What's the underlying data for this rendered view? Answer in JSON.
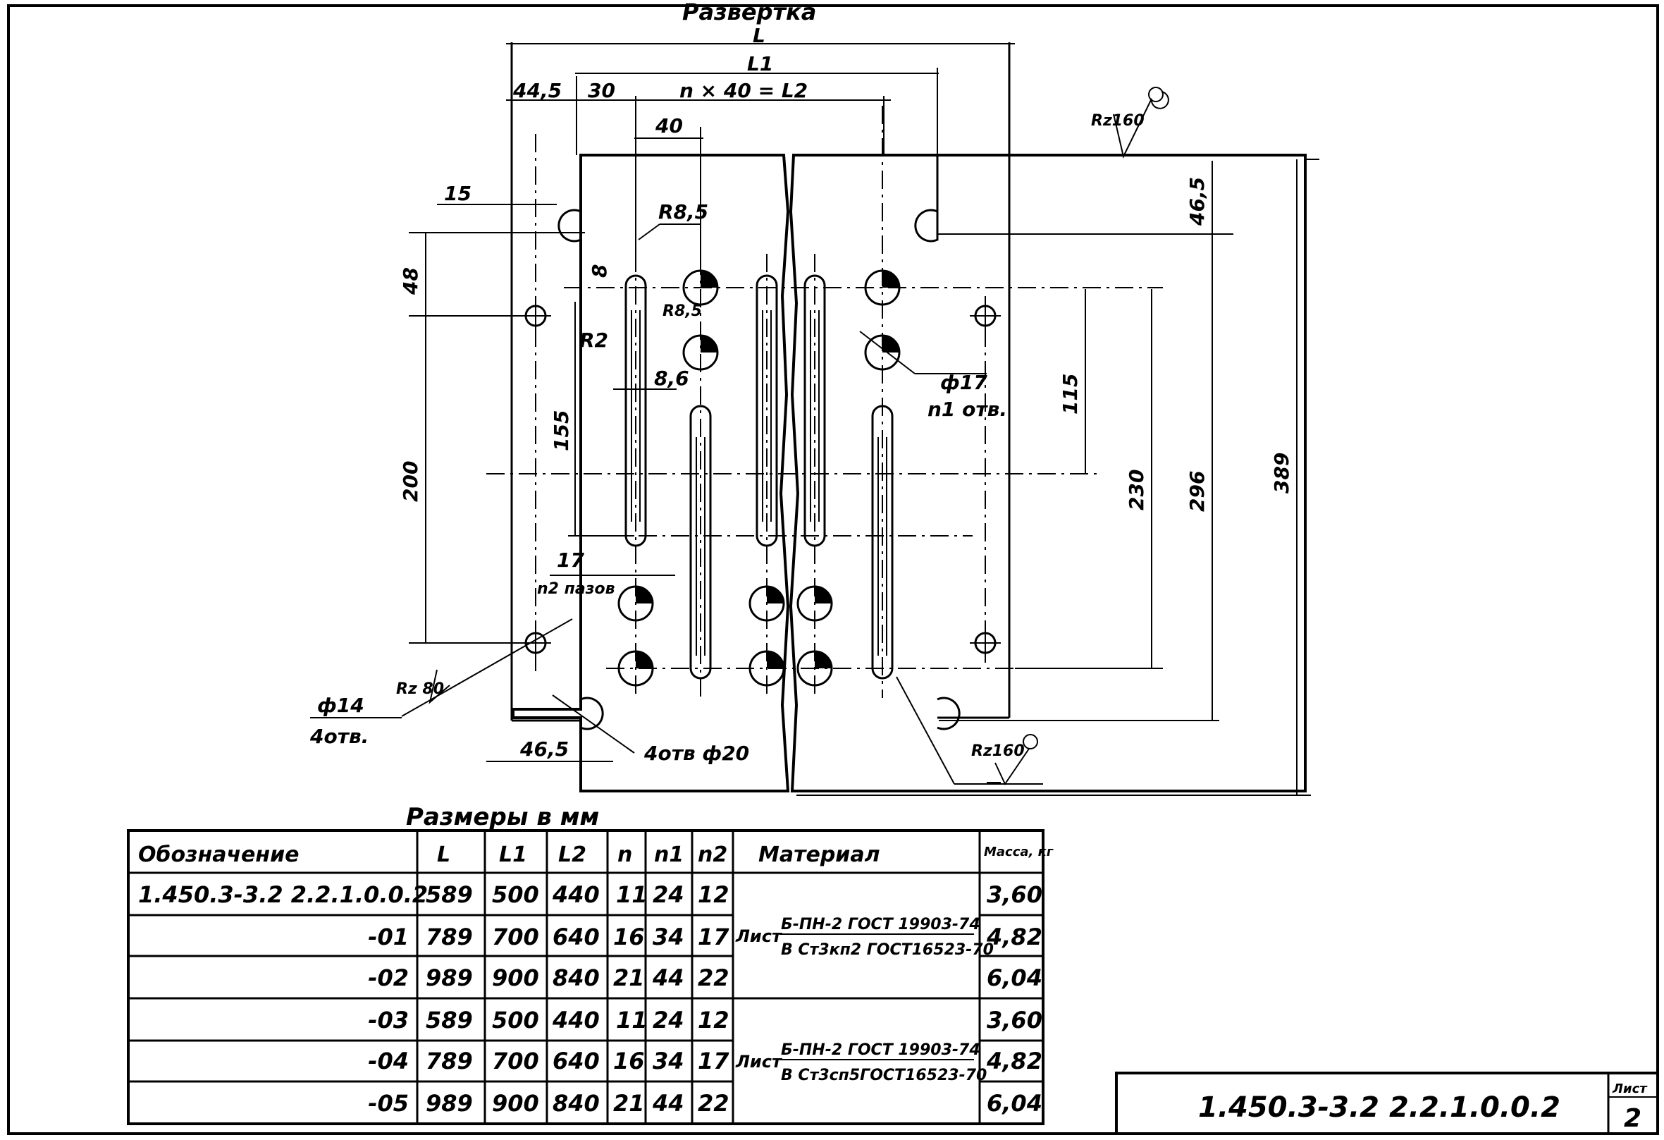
{
  "drawing": {
    "view_title": "Развертка",
    "dims": {
      "L": "L",
      "L1": "L1",
      "nx40": "n × 40 = L2",
      "d44_5": "44,5",
      "d30": "30",
      "d40": "40",
      "d15": "15",
      "d48": "48",
      "d8": "8",
      "R8_5a": "R8,5",
      "R8_5b": "R8,5",
      "R2": "R2",
      "d8_6": "8,6",
      "d155": "155",
      "d200": "200",
      "d17": "17",
      "n2_slots": "n2 пазов",
      "rz80": "Rz 80",
      "phi14": "ф14",
      "holes4_a": "4отв.",
      "d46_5_bottom": "46,5",
      "holes4_phi20": "4отв ф20",
      "rz160_top": "Rz160",
      "rz160_bottom": "Rz160",
      "d46_5_right": "46,5",
      "phi17": "ф17",
      "n1_holes": "n1 отв.",
      "d115": "115",
      "d230": "230",
      "d296": "296",
      "d389": "389"
    }
  },
  "table": {
    "caption": "Размеры в мм",
    "headers": [
      "Обозначение",
      "L",
      "L1",
      "L2",
      "n",
      "n1",
      "n2",
      "Материал",
      "Масса, кг"
    ],
    "rows": [
      [
        "1.450.3-3.2  2.2.1.0.0.2",
        "589",
        "500",
        "440",
        "11",
        "24",
        "12",
        "3,60"
      ],
      [
        "-01",
        "789",
        "700",
        "640",
        "16",
        "34",
        "17",
        "4,82"
      ],
      [
        "-02",
        "989",
        "900",
        "840",
        "21",
        "44",
        "22",
        "6,04"
      ],
      [
        "-03",
        "589",
        "500",
        "440",
        "11",
        "24",
        "12",
        "3,60"
      ],
      [
        "-04",
        "789",
        "700",
        "640",
        "16",
        "34",
        "17",
        "4,82"
      ],
      [
        "-05",
        "989",
        "900",
        "840",
        "21",
        "44",
        "22",
        "6,04"
      ]
    ],
    "materials": [
      {
        "prefix": "Лист",
        "top": "Б-ПН-2 ГОСТ 19903-74",
        "bottom": "В Ст3кп2 ГОСТ16523-70"
      },
      {
        "prefix": "Лист",
        "top": "Б-ПН-2 ГОСТ 19903-74",
        "bottom": "В Ст3сп5ГОСТ16523-70"
      }
    ]
  },
  "title_block": {
    "designation": "1.450.3-3.2  2.2.1.0.0.2",
    "sheet_label": "Лист",
    "sheet_number": "2"
  }
}
